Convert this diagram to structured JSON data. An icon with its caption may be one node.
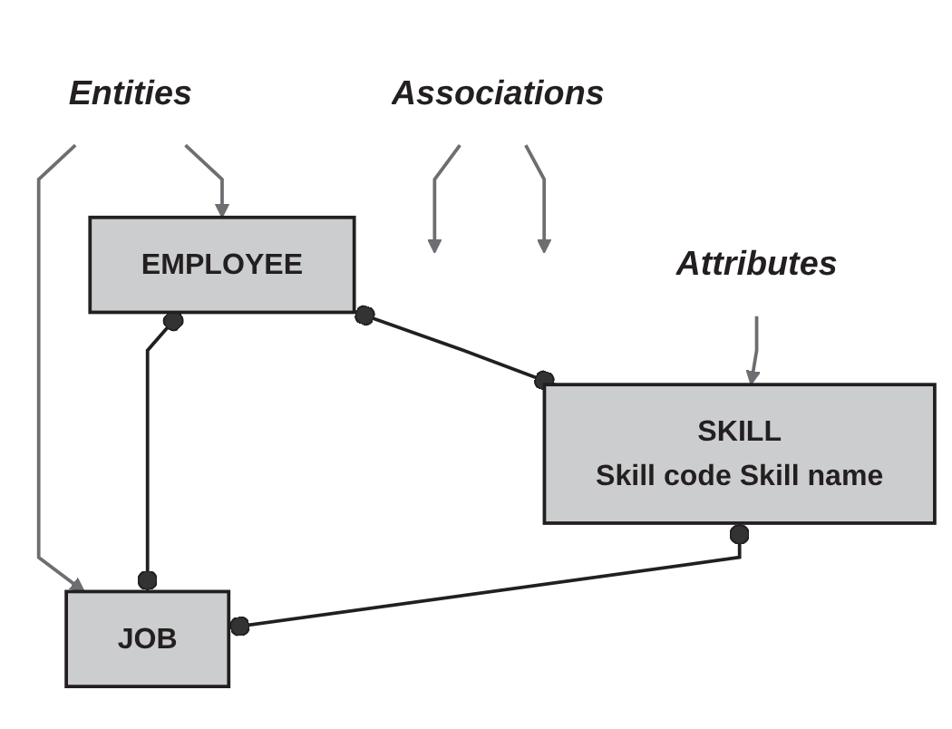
{
  "diagram": {
    "nodes": [
      {
        "text": [
          "Entities"
        ]
      },
      {
        "text": [
          "EMPLOYEE"
        ]
      },
      {
        "text": [
          "JOB"
        ]
      },
      {
        "text": [
          "Associations"
        ]
      },
      {
        "text": [
          "SKILL",
          "Skill code Skill name"
        ]
      },
      {
        "text": [
          "Attributes"
        ]
      }
    ],
    "edges": [
      {
        "from": 0,
        "to": 1,
        "arrow": "to",
        "color": "#6d6e71"
      },
      {
        "from": 0,
        "to": 2,
        "arrow": "to",
        "color": "#6d6e71"
      },
      {
        "from": 1,
        "to": 2,
        "arrow": "other",
        "color": "#231f20"
      },
      {
        "from": 3,
        "to": null,
        "arrow": "to",
        "color": "#6d6e71"
      },
      {
        "from": 3,
        "to": null,
        "arrow": "to",
        "color": "#6d6e71"
      },
      {
        "from": 1,
        "to": 4,
        "arrow": "other",
        "color": "#231f20"
      },
      {
        "from": 4,
        "to": 2,
        "arrow": "other",
        "color": "#231f20"
      },
      {
        "from": 5,
        "to": 4,
        "arrow": "to",
        "color": "#6d6e71"
      }
    ]
  }
}
